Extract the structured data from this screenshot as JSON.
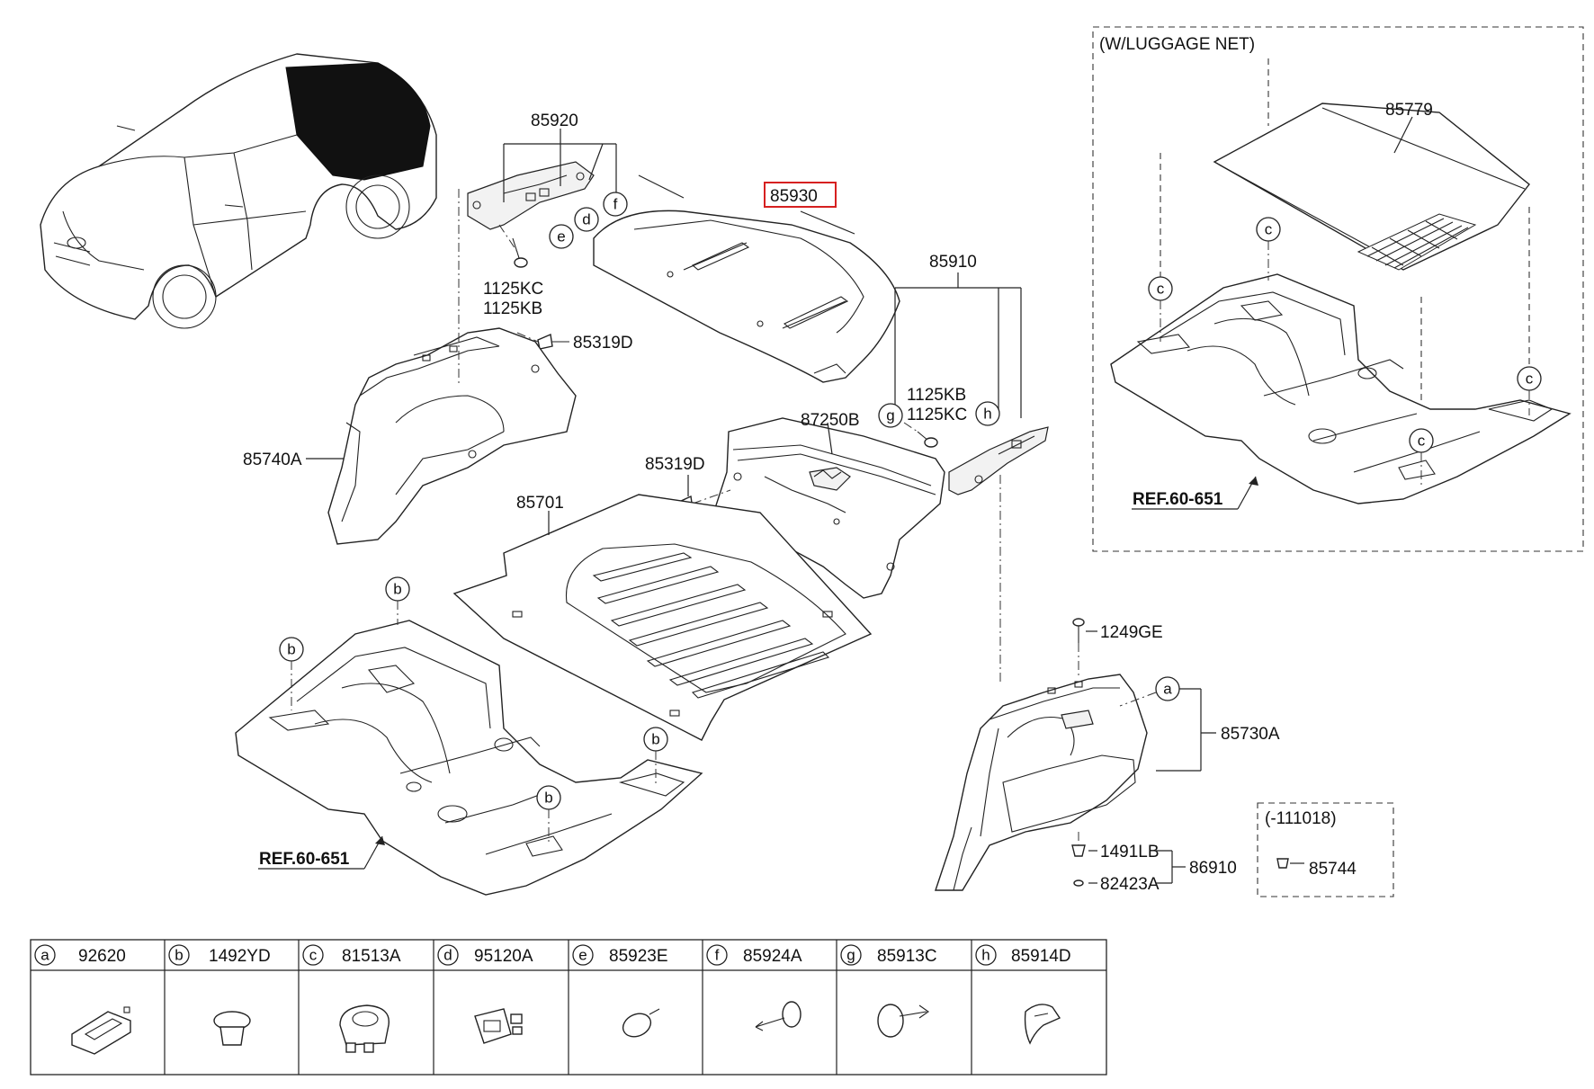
{
  "title": "",
  "callouts": {
    "p85920": "85920",
    "p85930": "85930",
    "p85910": "85910",
    "p1125kc_1": "1125KC",
    "p1125kb_1": "1125KB",
    "p85319d_1": "85319D",
    "p85740a": "85740A",
    "p87250b": "87250B",
    "p85319d_2": "85319D",
    "p1125kb_2": "1125KB",
    "p1125kc_2": "1125KC",
    "p85701": "85701",
    "p1249ge": "1249GE",
    "p85730a": "85730A",
    "p1491lb": "1491LB",
    "p82423a": "82423A",
    "p86910": "86910",
    "p85744": "85744",
    "p85779": "85779",
    "ref_1": "REF.60-651",
    "ref_2": "REF.60-651"
  },
  "inset_net": {
    "label": "(W/LUGGAGE NET)"
  },
  "inset_date": {
    "label": "(-111018)"
  },
  "circle_letters": {
    "a": "a",
    "b": "b",
    "c": "c",
    "d": "d",
    "e": "e",
    "f": "f",
    "g": "g",
    "h": "h"
  },
  "highlight_color": "#d62020",
  "legend": [
    {
      "letter": "a",
      "part": "92620"
    },
    {
      "letter": "b",
      "part": "1492YD"
    },
    {
      "letter": "c",
      "part": "81513A"
    },
    {
      "letter": "d",
      "part": "95120A"
    },
    {
      "letter": "e",
      "part": "85923E"
    },
    {
      "letter": "f",
      "part": "85924A"
    },
    {
      "letter": "g",
      "part": "85913C"
    },
    {
      "letter": "h",
      "part": "85914D"
    }
  ]
}
